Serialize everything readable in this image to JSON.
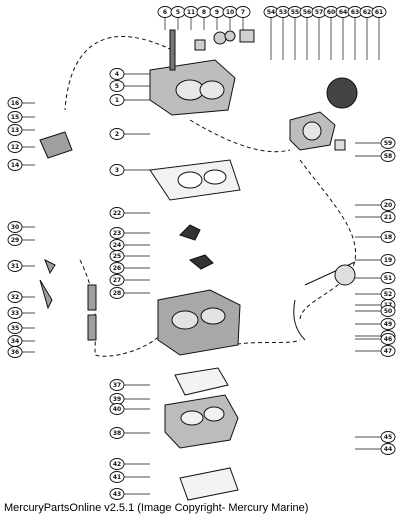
{
  "footer": {
    "text": "MercuryPartsOnline v2.5.1 (Image Copyright- Mercury Marine)"
  },
  "callouts": {
    "top": [
      "6",
      "5",
      "11",
      "8",
      "9",
      "10",
      "7"
    ],
    "topright": [
      "54",
      "53",
      "55",
      "56",
      "57",
      "60",
      "64",
      "63",
      "62",
      "61"
    ],
    "left": [
      "4",
      "5",
      "1",
      "2",
      "3",
      "22",
      "23",
      "24",
      "25",
      "26",
      "27",
      "28",
      "37",
      "39",
      "40",
      "38",
      "42",
      "41",
      "43"
    ],
    "farleft": [
      "16",
      "15",
      "13",
      "12",
      "14",
      "30",
      "29",
      "31",
      "32",
      "33",
      "35",
      "34",
      "36"
    ],
    "right": [
      "59",
      "58",
      "20",
      "21",
      "18",
      "19",
      "17",
      "51",
      "52",
      "50",
      "49",
      "48",
      "46",
      "47",
      "45",
      "44"
    ]
  }
}
